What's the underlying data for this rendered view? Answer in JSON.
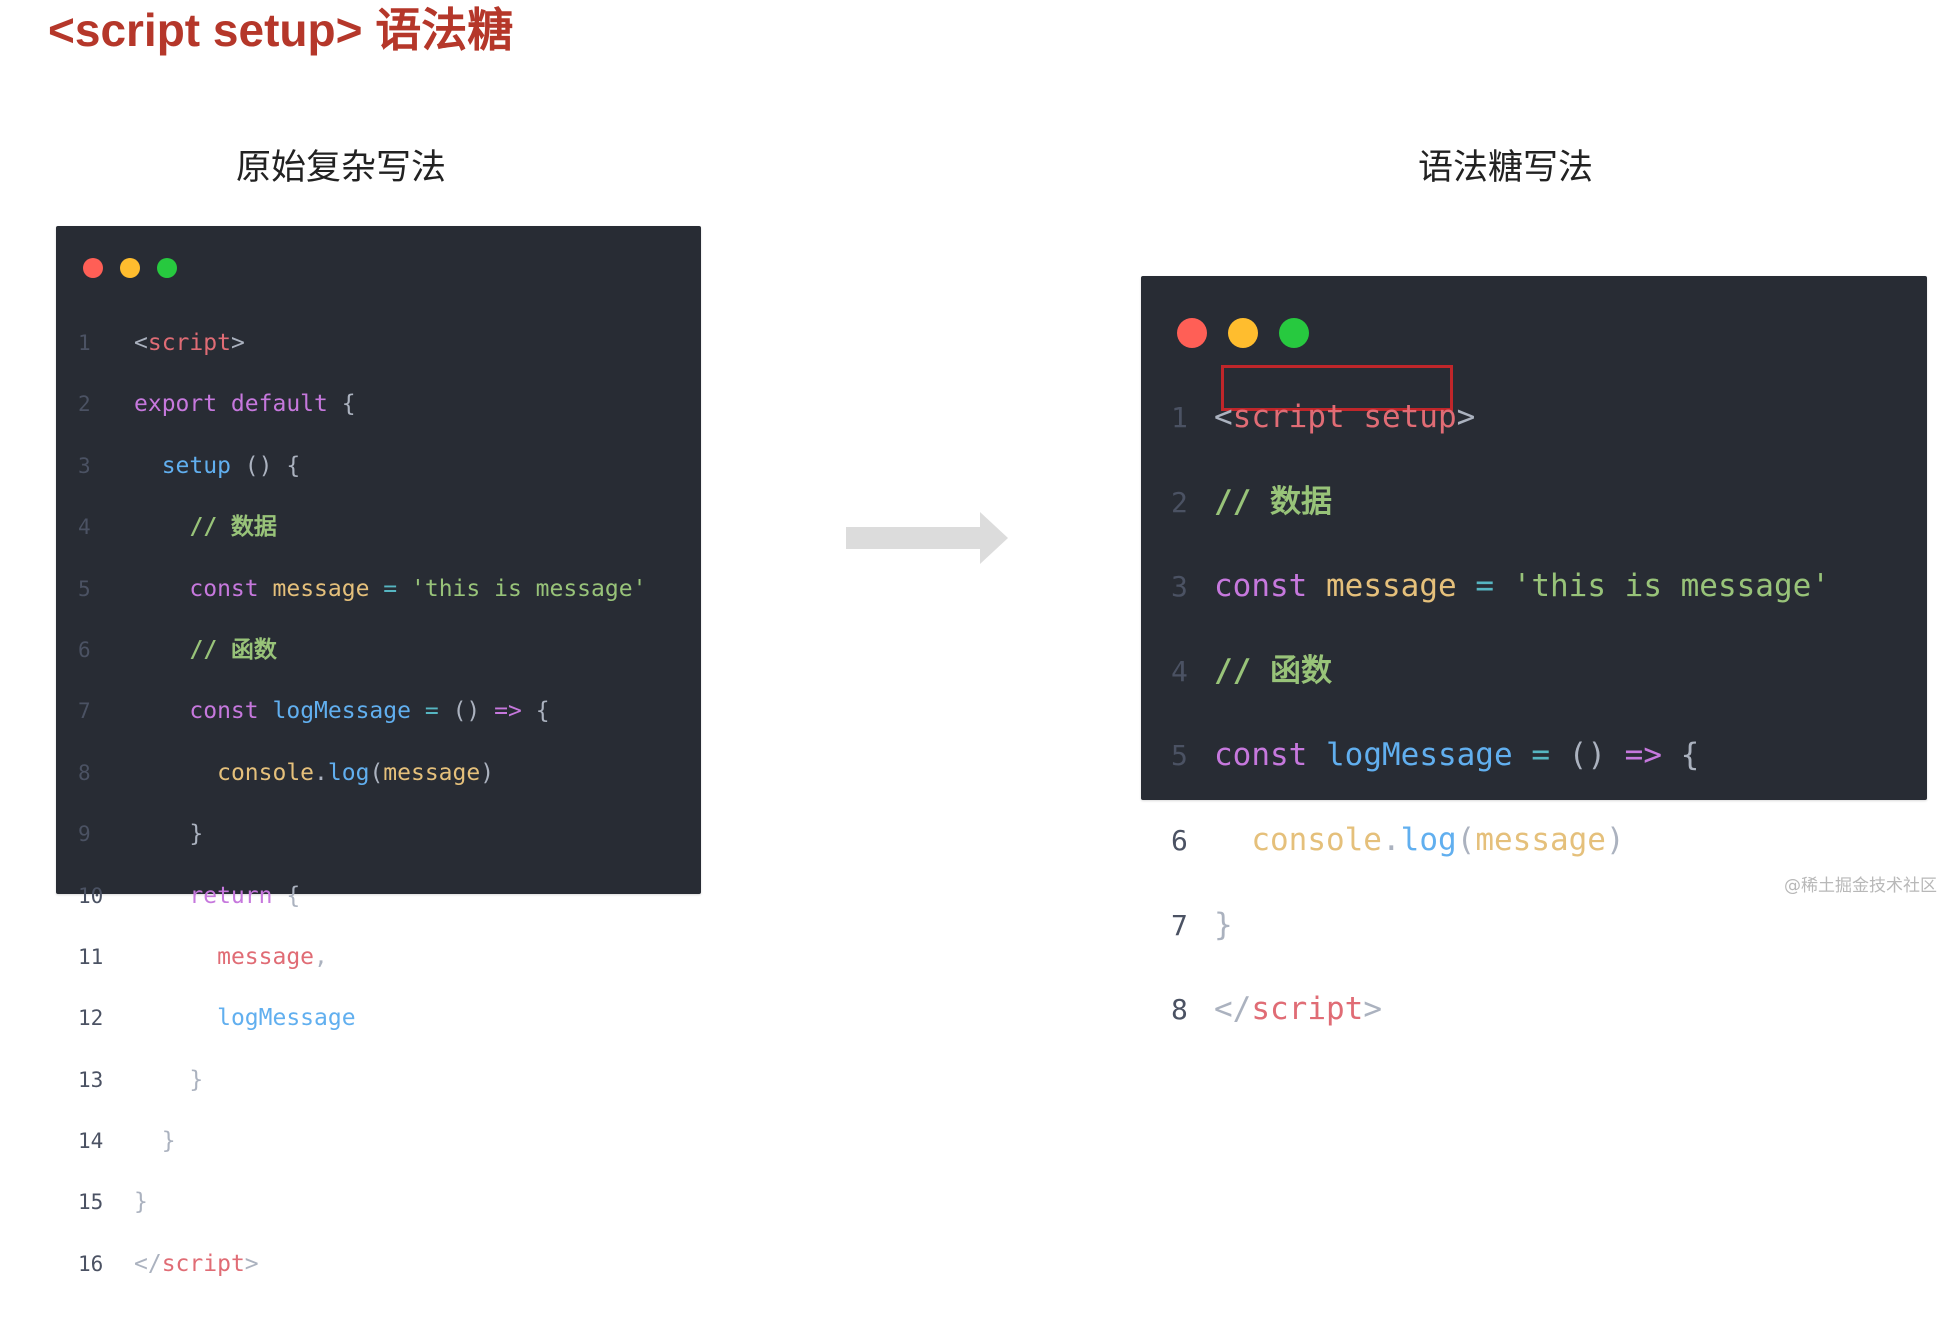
{
  "title": "<script setup> 语法糖",
  "left_panel": {
    "caption": "原始复杂写法",
    "code": {
      "l1": "1",
      "l2": "2",
      "l3": "3",
      "l4": "4",
      "l5": "5",
      "l6": "6",
      "l7": "7",
      "l8": "8",
      "l9": "9",
      "l10": "10",
      "l11": "11",
      "l12": "12",
      "l13": "13",
      "l14": "14",
      "l15": "15",
      "l16": "16",
      "lt": "<",
      "gt": ">",
      "close_lt": "</",
      "script": "script",
      "export_default": "export default",
      "open_brace": "{",
      "close_brace": "}",
      "setup": "setup",
      "setup_paren": " () {",
      "comment_data": "// 数据",
      "const": "const",
      "message": "message",
      "eq": "=",
      "message_str": "'this is message'",
      "comment_fn": "// 函数",
      "logMessage": "logMessage",
      "parens": "()",
      "arrow": "=>",
      "console": "console",
      "dot": ".",
      "log": "log",
      "call_open": "(",
      "call_close": ")",
      "return": "return",
      "message_comma": "message",
      "comma": ","
    }
  },
  "right_panel": {
    "caption": "语法糖写法",
    "code": {
      "l1": "1",
      "l2": "2",
      "l3": "3",
      "l4": "4",
      "l5": "5",
      "l6": "6",
      "l7": "7",
      "l8": "8",
      "lt": "<",
      "gt": ">",
      "close_lt": "</",
      "script_setup": "script setup",
      "script": "script",
      "comment_data": "// 数据",
      "const": "const",
      "message": "message",
      "eq": "=",
      "message_str": "'this is message'",
      "comment_fn": "// 函数",
      "logMessage": "logMessage",
      "parens": "()",
      "arrow": "=>",
      "open_brace": "{",
      "close_brace": "}",
      "console": "console",
      "dot": ".",
      "log": "log",
      "call_open": "(",
      "call_close": ")"
    }
  },
  "watermark": "@稀土掘金技术社区",
  "colors": {
    "title": "#b5372a",
    "editor_bg": "#282c34",
    "highlight_box": "#c0262a",
    "arrow": "#dcdcdc"
  },
  "icons": {
    "arrow": "right-arrow-icon",
    "window_buttons": [
      "close-dot-icon",
      "minimize-dot-icon",
      "maximize-dot-icon"
    ]
  }
}
